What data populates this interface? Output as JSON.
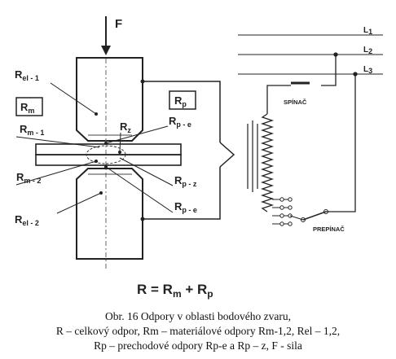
{
  "diagram": {
    "force": "F",
    "lines": [
      "L",
      "L",
      "L"
    ],
    "line_subs": [
      "1",
      "2",
      "3"
    ],
    "labels": {
      "rel1_main": "R",
      "rel1_sub": "el - 1",
      "rm_box_main": "R",
      "rm_box_sub": "m",
      "rp_box_main": "R",
      "rp_box_sub": "p",
      "rz_main": "R",
      "rz_sub": "z",
      "rpe1_main": "R",
      "rpe1_sub": "p - e",
      "rm1_main": "R",
      "rm1_sub": "m - 1",
      "rm2_main": "R",
      "rm2_sub": "m - 2",
      "rpz_main": "R",
      "rpz_sub": "p - z",
      "rpe2_main": "R",
      "rpe2_sub": "p - e",
      "rel2_main": "R",
      "rel2_sub": "el - 2",
      "spinac": "SPÍNAČ",
      "prepinac": "PREPÍNAČ"
    },
    "formula": {
      "lhs": "R = R",
      "m_sub": "m",
      "plus": " + R",
      "p_sub": "p"
    }
  },
  "caption": {
    "line1": "Obr. 16 Odpory v oblasti bodového zvaru,",
    "line2": "R – celkový odpor, Rm – materiálové odpory Rm-1,2, Rel – 1,2,",
    "line3": "Rp – prechodové odpory Rp-e a Rp – z, F - sila"
  }
}
